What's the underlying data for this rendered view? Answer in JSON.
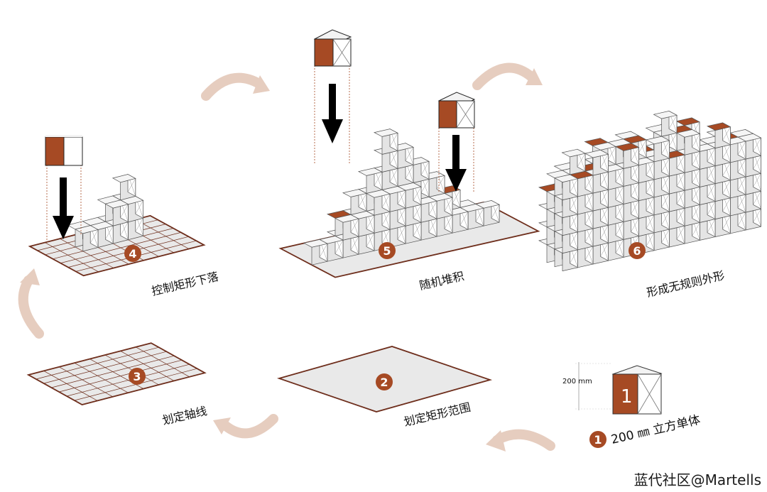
{
  "colors": {
    "brown": "#A64A24",
    "arrow": "#E6CDBF",
    "grid": "#6E2E1C",
    "cube_top": "#F5F5F5",
    "cube_left": "#E4E4E4",
    "cube_right": "#FFFFFF",
    "plate": "#E9E9E9"
  },
  "steps": [
    {
      "number": "1",
      "caption": "200 ㎜ 立方单体"
    },
    {
      "number": "2",
      "caption": "划定矩形范围"
    },
    {
      "number": "3",
      "caption": "划定轴线"
    },
    {
      "number": "4",
      "caption": "控制矩形下落"
    },
    {
      "number": "5",
      "caption": "随机堆积"
    },
    {
      "number": "6",
      "caption": "形成无规则外形"
    }
  ],
  "unit_cube": {
    "dimension_label": "200 mm",
    "face_label": "1"
  },
  "watermark": "蓝代社区@Martells"
}
